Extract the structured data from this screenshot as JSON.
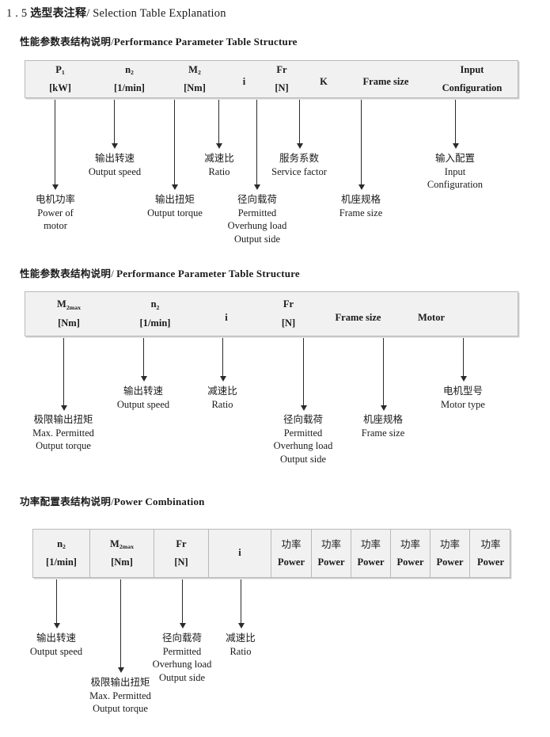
{
  "document": {
    "section_number": "1 . 5",
    "title_cn": "选型表注释",
    "title_sep": "/",
    "title_en": "Selection Table Explanation"
  },
  "sections": [
    {
      "heading_cn": "性能参数表结构说明",
      "heading_sep": "/",
      "heading_en": "Performance Parameter Table Structure",
      "table": {
        "divided": false,
        "columns": [
          {
            "line1": "P₁",
            "line2": "[kW]"
          },
          {
            "line1": "n₂",
            "line2": "[1/min]"
          },
          {
            "line1": "M₂",
            "line2": "[Nm]"
          },
          {
            "line1": "i",
            "line2": ""
          },
          {
            "line1": "Fr",
            "line2": "[N]"
          },
          {
            "line1": "K",
            "line2": ""
          },
          {
            "line1": "Frame size",
            "line2": ""
          },
          {
            "line1": "Input",
            "line2": "Configuration"
          }
        ]
      },
      "callouts": [
        {
          "cn": "电机功率",
          "en": [
            "Power of",
            "motor"
          ]
        },
        {
          "cn": "输出转速",
          "en": [
            "Output speed"
          ]
        },
        {
          "cn": "输出扭矩",
          "en": [
            "Output torque"
          ]
        },
        {
          "cn": "减速比",
          "en": [
            "Ratio"
          ]
        },
        {
          "cn": "径向载荷",
          "en": [
            "Permitted",
            "Overhung load",
            "Output side"
          ]
        },
        {
          "cn": "服务系数",
          "en": [
            "Service factor"
          ]
        },
        {
          "cn": "机座规格",
          "en": [
            "Frame size"
          ]
        },
        {
          "cn": "输入配置",
          "en": [
            "Input",
            "Configuration"
          ]
        }
      ]
    },
    {
      "heading_cn": "性能参数表结构说明",
      "heading_sep": "/",
      "heading_en": "Performance Parameter Table Structure",
      "table": {
        "divided": false,
        "columns": [
          {
            "line1": "M₂max",
            "line2": "[Nm]"
          },
          {
            "line1": "n₂",
            "line2": "[1/min]"
          },
          {
            "line1": "i",
            "line2": ""
          },
          {
            "line1": "Fr",
            "line2": "[N]"
          },
          {
            "line1": "Frame size",
            "line2": ""
          },
          {
            "line1": "Motor",
            "line2": ""
          }
        ]
      },
      "callouts": [
        {
          "cn": "极限输出扭矩",
          "en": [
            "Max. Permitted",
            "Output  torque"
          ]
        },
        {
          "cn": "输出转速",
          "en": [
            "Output speed"
          ]
        },
        {
          "cn": "减速比",
          "en": [
            "Ratio"
          ]
        },
        {
          "cn": "径向载荷",
          "en": [
            "Permitted",
            "Overhung load",
            "Output side"
          ]
        },
        {
          "cn": "机座规格",
          "en": [
            "Frame size"
          ]
        },
        {
          "cn": "电机型号",
          "en": [
            "Motor type"
          ]
        }
      ]
    },
    {
      "heading_cn": "功率配置表结构说明",
      "heading_sep": "/",
      "heading_en": "Power Combination",
      "table": {
        "divided": true,
        "columns": [
          {
            "line1": "n₂",
            "line2": "[1/min]"
          },
          {
            "line1": "M₂max",
            "line2": "[Nm]"
          },
          {
            "line1": "Fr",
            "line2": "[N]"
          },
          {
            "line1": "i",
            "line2": ""
          },
          {
            "line1": "功率",
            "line2": "Power",
            "cn_first": true
          },
          {
            "line1": "功率",
            "line2": "Power",
            "cn_first": true
          },
          {
            "line1": "功率",
            "line2": "Power",
            "cn_first": true
          },
          {
            "line1": "功率",
            "line2": "Power",
            "cn_first": true
          },
          {
            "line1": "功率",
            "line2": "Power",
            "cn_first": true
          },
          {
            "line1": "功率",
            "line2": "Power",
            "cn_first": true
          }
        ]
      },
      "callouts": [
        {
          "cn": "输出转速",
          "en": [
            "Output speed"
          ]
        },
        {
          "cn": "极限输出扭矩",
          "en": [
            "Max. Permitted",
            "Output  torque"
          ]
        },
        {
          "cn": "径向载荷",
          "en": [
            "Permitted",
            "Overhung load",
            "Output side"
          ]
        },
        {
          "cn": "减速比",
          "en": [
            "Ratio"
          ]
        }
      ]
    }
  ],
  "colors": {
    "table_fill": "#f1f1f1",
    "table_border": "#b9b9b9",
    "arrow": "#2b2b2b",
    "text": "#1a1a1a"
  }
}
